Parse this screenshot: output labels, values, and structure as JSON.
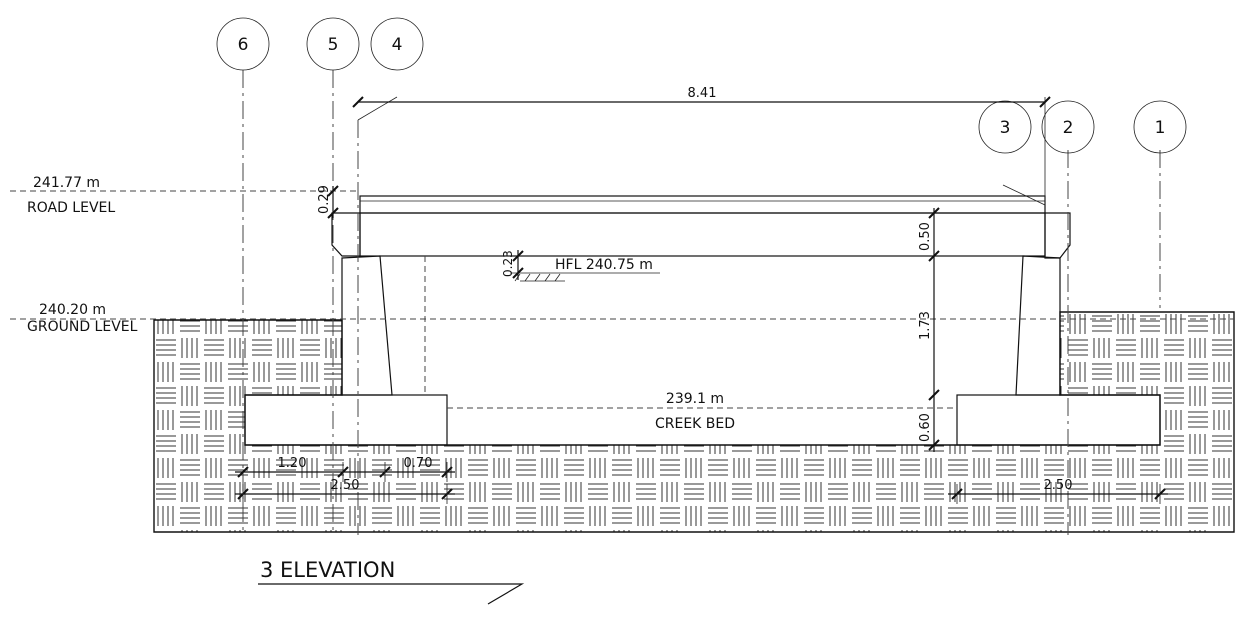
{
  "drawing": {
    "title": "3 ELEVATION",
    "grid_labels": [
      "6",
      "5",
      "4",
      "3",
      "2",
      "1"
    ],
    "levels": {
      "road_value": "241.77 m",
      "road_label": "ROAD LEVEL",
      "ground_value": "240.20 m",
      "ground_label": "GROUND LEVEL",
      "hfl": "HFL 240.75 m",
      "creek_value": "239.1 m",
      "creek_label": "CREEK BED"
    },
    "dimensions": {
      "span": "8.41",
      "deck_top": "0.29",
      "slab": "0.50",
      "hfl_offset": "0.23",
      "clear_height": "1.73",
      "footing": "0.60",
      "left_a": "1.20",
      "left_b": "0.70",
      "left_total": "2.50",
      "right_total": "2.50"
    }
  }
}
